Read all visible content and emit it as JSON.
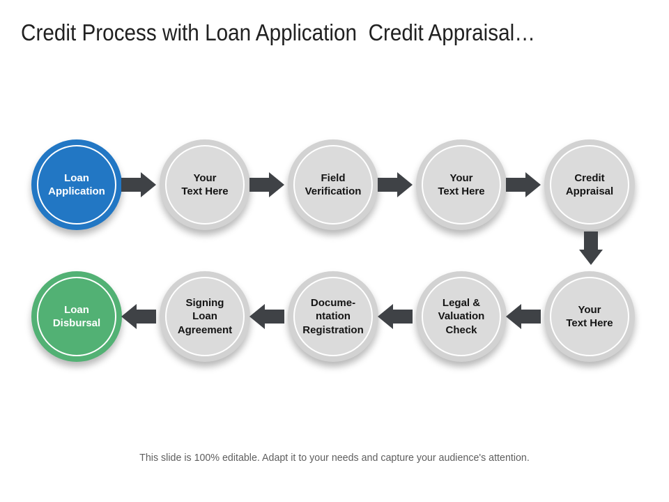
{
  "slide": {
    "title": "Credit Process with Loan Application  Credit Appraisal…",
    "footer": "This slide is 100% editable. Adapt it to your needs and capture your audience's attention."
  },
  "colors": {
    "blue": "#2277c4",
    "green": "#52b174",
    "gray_ring": "#d2d2d2",
    "gray_fill": "#dbdbdb",
    "arrow": "#3f4246",
    "title_color": "#212121",
    "footer_color": "#5e5e5e"
  },
  "process": {
    "top_row": [
      {
        "label": "Loan\nApplication",
        "variant": "blue"
      },
      {
        "label": "Your\nText Here",
        "variant": "gray"
      },
      {
        "label": "Field\nVerification",
        "variant": "gray"
      },
      {
        "label": "Your\nText Here",
        "variant": "gray"
      },
      {
        "label": "Credit\nAppraisal",
        "variant": "gray"
      }
    ],
    "bottom_row": [
      {
        "label": "Loan\nDisbursal",
        "variant": "green"
      },
      {
        "label": "Signing\nLoan\nAgreement",
        "variant": "gray"
      },
      {
        "label": "Docume-\nntation\nRegistration",
        "variant": "gray"
      },
      {
        "label": "Legal &\nValuation\nCheck",
        "variant": "gray"
      },
      {
        "label": "Your\nText Here",
        "variant": "gray"
      }
    ]
  }
}
